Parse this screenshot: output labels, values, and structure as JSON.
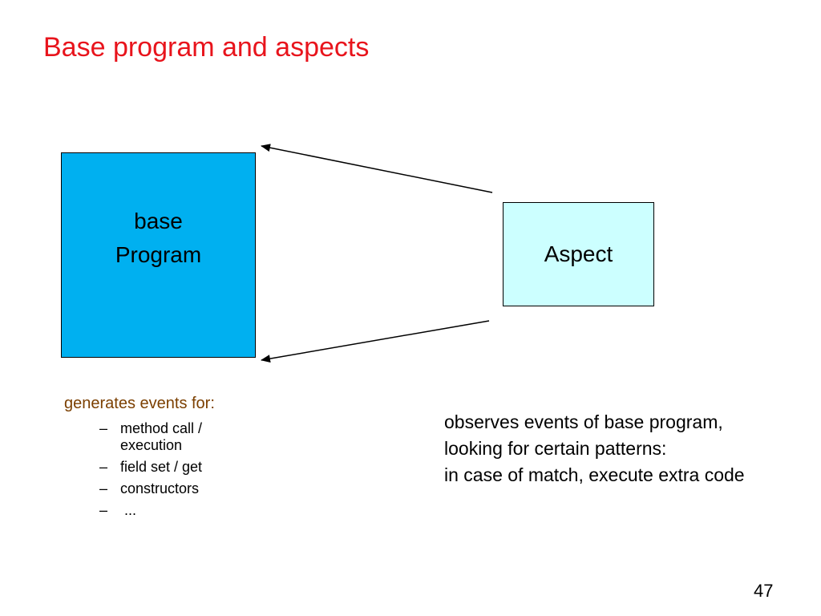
{
  "slide": {
    "title": "Base program and aspects",
    "page_number": "47"
  },
  "base_box": {
    "line1": "base",
    "line2": "Program",
    "fill": "#00b0f0"
  },
  "aspect_box": {
    "label": "Aspect",
    "fill": "#ccffff"
  },
  "base_events": {
    "heading": "generates events for:",
    "heading_color": "#7b3f00",
    "items": [
      "method call / execution",
      "field set / get",
      "constructors",
      " ..."
    ]
  },
  "aspect_description": {
    "lines": [
      "observes events of base program,",
      "looking for certain patterns:",
      "in case of match, execute extra code"
    ]
  },
  "colors": {
    "title": "#e8141c",
    "arrow": "#000000"
  }
}
